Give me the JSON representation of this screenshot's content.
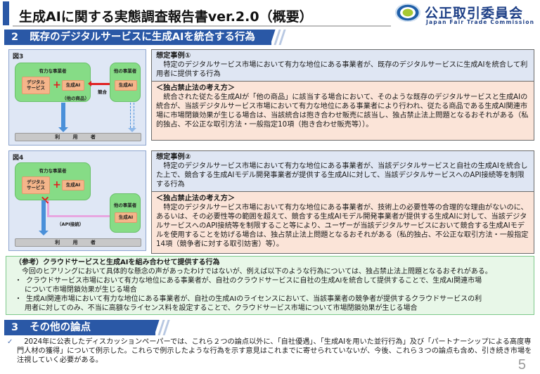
{
  "header": {
    "title": "生成AIに関する実態調査報告書ver.2.0（概要）",
    "logo": {
      "name": "公正取引委員会",
      "subtitle": "Japan Fair Trade Commission",
      "icon": "jftc-emblem-icon"
    }
  },
  "section2": {
    "number": "2",
    "title": "既存のデジタルサービスに生成AIを統合する行為"
  },
  "figure3": {
    "label": "図3",
    "dominant_firm": "有力な事業者",
    "digital_service": [
      "デジタル",
      "サービス"
    ],
    "plus": "+",
    "gen_ai": "生成AI",
    "other_product": "（他の商品）",
    "competition": "競合",
    "other_firm": "他の事業者",
    "other_gen_ai": "生成AI",
    "users": "利 用 者"
  },
  "figure4": {
    "label": "図4",
    "dominant_firm": "有力な事業者",
    "digital_service": [
      "デジタル",
      "サービス"
    ],
    "plus": "+",
    "gen_ai": "生成AI",
    "blocked": "×",
    "api_connection": "（API接続）",
    "other_firm": "他の事業者",
    "other_gen_ai": "生成AI",
    "users": "利 用 者"
  },
  "case1": {
    "heading": "想定事例①",
    "body": "特定のデジタルサービス市場において有力な地位にある事業者が、既存のデジタルサービスに生成AIを統合して利用者に提供する行為",
    "law_heading": "＜独占禁止法の考え方＞",
    "law_body": "統合された従たる生成AIが「他の商品」に該当する場合において、そのような既存のデジタルサービスと生成AIの統合が、当該デジタルサービス市場において有力な地位にある事業者により行われ、従たる商品である生成AI関連市場に市場閉鎖効果が生じる場合は、当該統合は抱き合わせ販売に該当し、独占禁止法上問題となるおそれがある（私的独占、不公正な取引方法・一般指定10項（抱き合わせ販売等））。"
  },
  "case2": {
    "heading": "想定事例②",
    "body": "特定のデジタルサービス市場において有力な地位にある事業者が、当該デジタルサービスと自社の生成AIを統合した上で、競合する生成AIモデル開発事業者が提供する生成AIに対して、当該デジタルサービスへのAPI接続等を制限する行為",
    "law_heading": "＜独占禁止法の考え方＞",
    "law_body": "特定のデジタルサービス市場において有力な地位にある事業者が、技術上の必要性等の合理的な理由がないのに、あるいは、その必要性等の範囲を超えて、競合する生成AIモデル開発事業者が提供する生成AIに対して、当該デジタルサービスへのAPI接続等を制限すること等により、ユーザーが当該デジタルサービスにおいて競合する生成AIモデルを使用することを妨げる場合は、独占禁止法上問題となるおそれがある（私的独占、不公正な取引方法・一般指定14項（競争者に対する取引妨害）等）。"
  },
  "reference": {
    "heading": "（参考）クラウドサービスと生成AIを組み合わせて提供する行為",
    "intro": "今回のヒアリングにおいて具体的な懸念の声があったわけではないが、例えば以下のような行為については、独占禁止法上問題となるおそれがある。",
    "bullets": [
      {
        "mark": "・",
        "line1": "クラウドサービス市場において有力な地位にある事業者が、自社のクラウドサービスに自社の生成AIを統合して提供することで、生成AI関連市場",
        "line2": "について市場閉鎖効果が生じる場合"
      },
      {
        "mark": "・",
        "line1": "生成AI関連市場において有力な地位にある事業者が、自社の生成AIのライセンスにおいて、当該事業者の競争者が提供するクラウドサービスの利",
        "line2": "用者に対してのみ、不当に高額なライセンス料を設定することで、クラウドサービス市場について市場閉鎖効果が生じる場合"
      }
    ]
  },
  "section3": {
    "number": "3",
    "title": "その他の論点",
    "check_icon": "✓",
    "body": "2024年に公表したディスカッションペーパーでは、これら２つの論点以外に、「自社優遇」、「生成AIを用いた並行行為」及び「パートナーシップによる高度専門人材の獲得」について例示した。これらで例示したような行為を示す意見はこれまでに寄せられていないが、今後、これら３つの論点も含め、引き続き市場を注視していく必要がある。"
  },
  "page_number": "5",
  "colors": {
    "section_blue": "#2a58a6",
    "case_blue": "#dfe6f3",
    "case_salmon": "#fbe4d8",
    "ref_green": "#e8f7e8",
    "diagram_green": "#86dc86",
    "diagram_orange": "#f5b58a"
  }
}
